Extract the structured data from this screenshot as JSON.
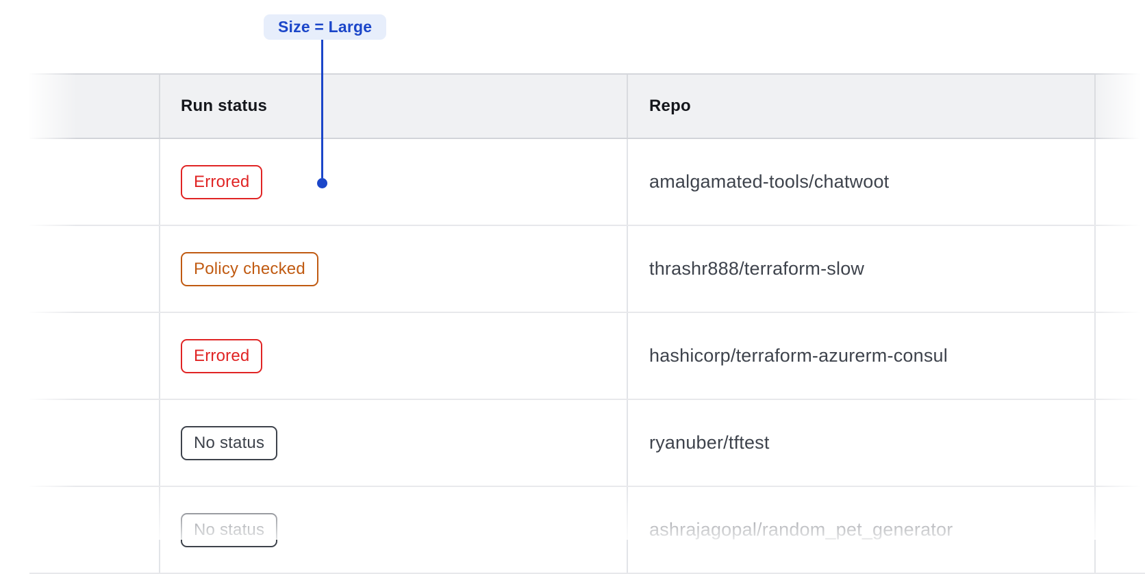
{
  "annotation": {
    "label": "Size = Large",
    "accent_color": "#1b46c9",
    "badge_bg": "#e7eefb"
  },
  "table": {
    "columns": [
      {
        "label": ""
      },
      {
        "label": "Run status"
      },
      {
        "label": "Repo"
      },
      {
        "label": ""
      }
    ],
    "rows": [
      {
        "status": {
          "label": "Errored",
          "variant": "errored",
          "color": "#e02424"
        },
        "repo": "amalgamated-tools/chatwoot"
      },
      {
        "status": {
          "label": "Policy checked",
          "variant": "policy-checked",
          "color": "#c05a11"
        },
        "repo": "thrashr888/terraform-slow"
      },
      {
        "status": {
          "label": "Errored",
          "variant": "errored",
          "color": "#e02424"
        },
        "repo": "hashicorp/terraform-azurerm-consul"
      },
      {
        "status": {
          "label": "No status",
          "variant": "no-status",
          "color": "#3d424b"
        },
        "repo": "ryanuber/tftest"
      },
      {
        "status": {
          "label": "No status",
          "variant": "no-status",
          "color": "#3d424b"
        },
        "repo": "ashrajagopal/random_pet_generator"
      }
    ],
    "colors": {
      "header_bg": "#f0f1f3",
      "header_text": "#15171c",
      "repo_text": "#3e434c",
      "row_divider": "#e7e8eb",
      "header_divider": "#d2d4d9"
    }
  }
}
